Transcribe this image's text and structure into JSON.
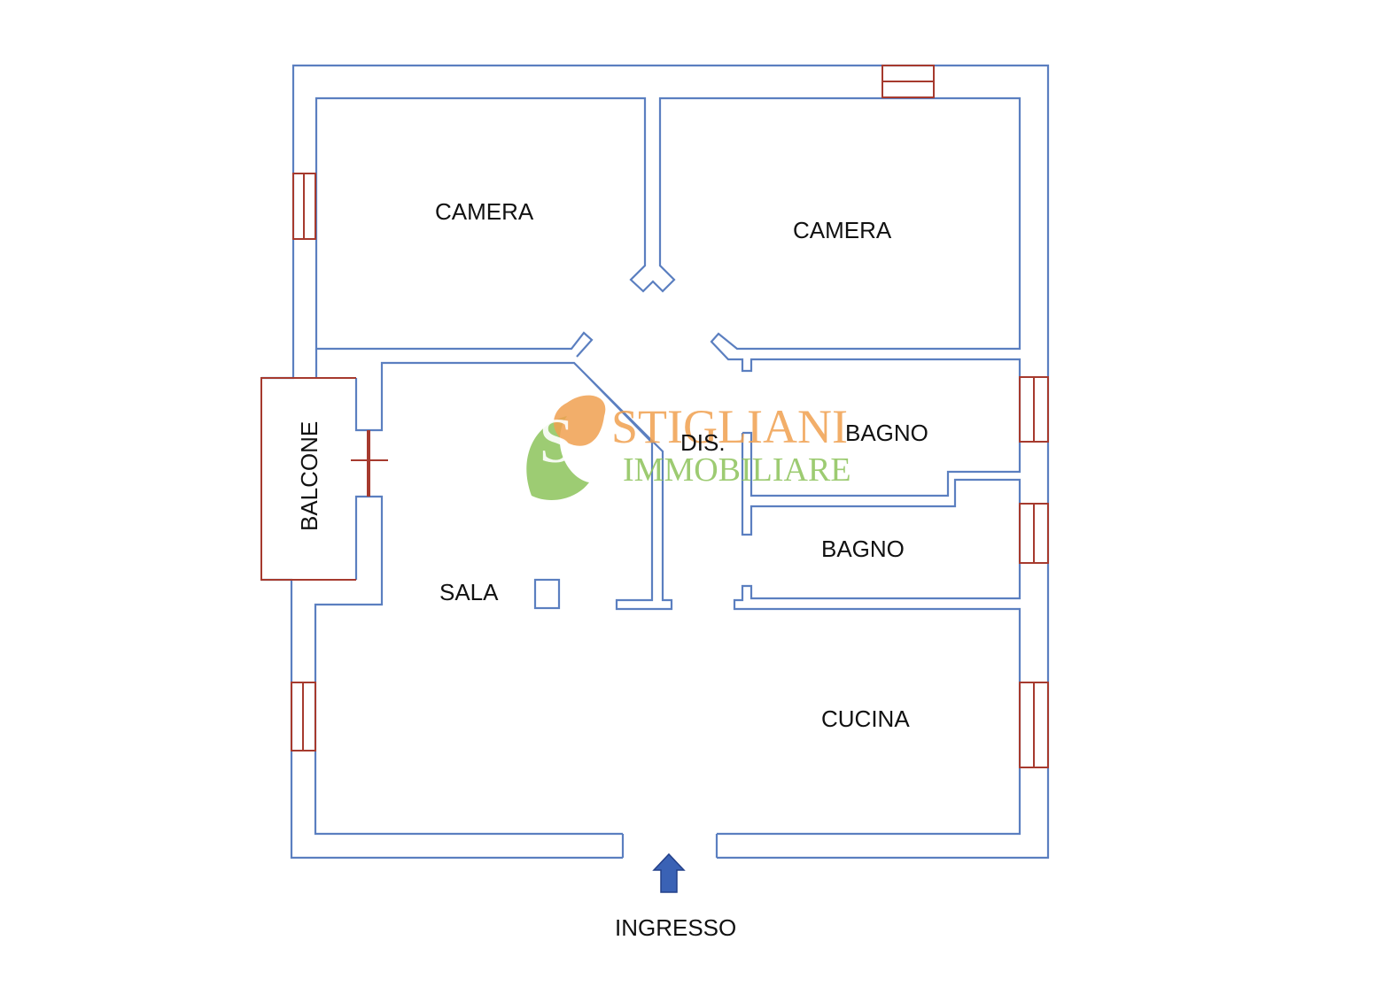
{
  "rooms": {
    "camera_1": "CAMERA",
    "camera_2": "CAMERA",
    "bagno_1": "BAGNO",
    "bagno_2": "BAGNO",
    "disimpegno": "DIS.",
    "sala": "SALA",
    "cucina": "CUCINA",
    "balcone": "BALCONE"
  },
  "entrance": {
    "label": "INGRESSO",
    "icon": "up-arrow-icon"
  },
  "watermark": {
    "brand": "STIGLIANI",
    "subtitle": "IMMOBILIARE",
    "logo_letter": "S",
    "logo_colors": {
      "orange": "#f0a050",
      "green": "#8cc35a"
    }
  },
  "colors": {
    "walls": "#5b7fc0",
    "windows": "#a63a2e",
    "arrow": "#3a62b5"
  }
}
